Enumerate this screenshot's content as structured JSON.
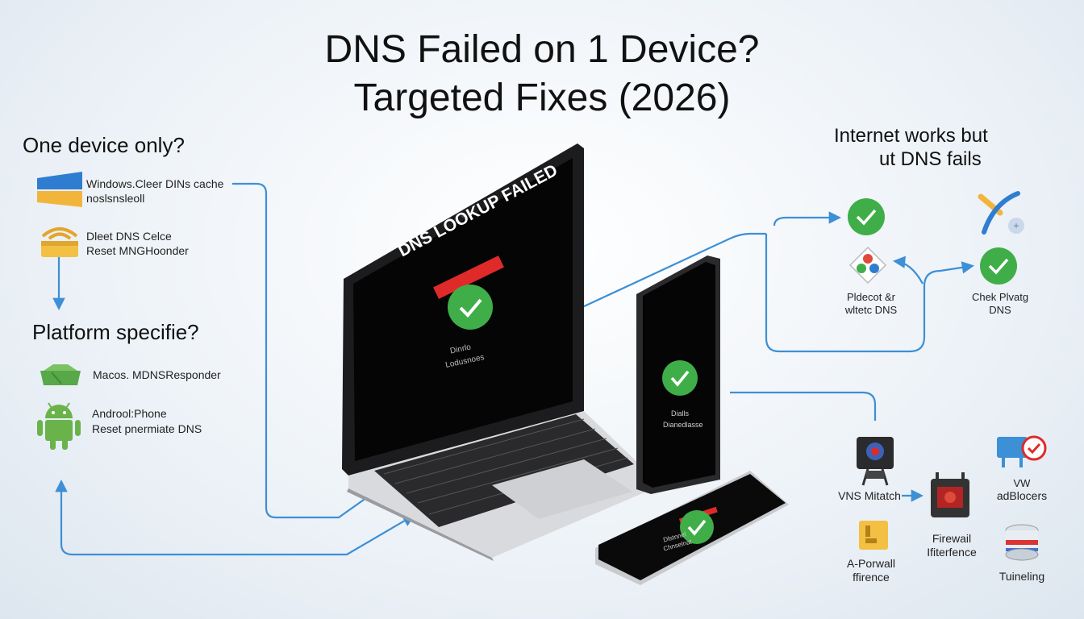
{
  "title": {
    "line1": "DNS Failed on 1 Device?",
    "line2": "Targeted Fixes (2026)"
  },
  "left": {
    "heading1": "One device only?",
    "windows": {
      "line1": "Windows.Cleer DINs cache",
      "line2": "noslsnsleoll"
    },
    "router": {
      "line1": "Dleet DNS Celce",
      "line2": "Reset MNGHoonder"
    },
    "heading2": "Platform specifie?",
    "macos": {
      "line1": "Macos. MDNSResponder"
    },
    "android": {
      "line1": "Androol:Phone",
      "line2": "Reset pnermiate DNS"
    }
  },
  "laptop": {
    "banner": "DNS LOOKUP FAILED",
    "sub1": "Dinrlo",
    "sub2": "Lodusnoes"
  },
  "phone1": {
    "sub1": "Dialls",
    "sub2": "Dianedlasse"
  },
  "phone2": {
    "sub1": "Dlstnnel",
    "sub2": "Chnselnat"
  },
  "right": {
    "heading_line1": "Internet works but",
    "heading_line2": "ut DNS fails",
    "protocol": {
      "line1": "Pldecot &r",
      "line2": "wltetc DNS"
    },
    "check": {
      "line1": "Chek Plvatg",
      "line2": "DNS"
    },
    "vpn": {
      "line1": "VNS Mitatch"
    },
    "adblock": {
      "line1": "VW",
      "line2": "adBlocers"
    },
    "firewall": {
      "line1": "Firewail",
      "line2": "Ifiterfence"
    },
    "aprowall": {
      "line1": "A-Porwall",
      "line2": "ffirence"
    },
    "tunneling": {
      "line1": "Tuineling"
    }
  },
  "colors": {
    "accent": "#3d8fd6",
    "success": "#3fae49",
    "error": "#e02a2a"
  }
}
